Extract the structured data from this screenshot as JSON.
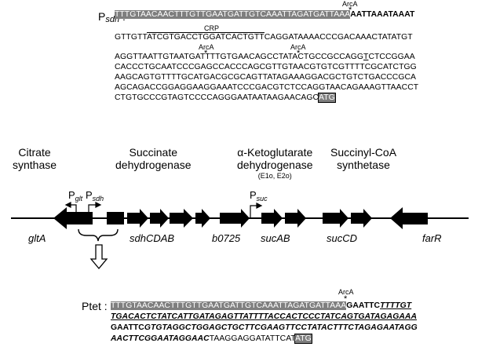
{
  "psdh": {
    "title_p": "P",
    "title_sub": "sdh",
    "title_colon": " :",
    "line1_hl": "TTTGTAACAACTTTGTTGAATGATTGTCAAATTAGATGATTAAA",
    "line1_rest": "AATTAAATAAAT",
    "line2_a": "GTTGTT",
    "line2_crp": "ATCGTGACCTGGATCACTGTT",
    "line2_b": "CAGGATAAAACCCGACAAACTATATGT",
    "line3_a": "AGGTTAATTGTAATG",
    "line3_b": "ATTTTGTGAACAGCCTATACTGCCGCCAGG",
    "line3_u": "T",
    "line3_c": "CTCCGGAA",
    "line4": "CACCCTGCAATCCCGAGCCACCCAGCGTTGTAACGTGTCGTTTTCGCATCTGG",
    "line5": "AAGCAGTGTTTTGCATGACGCGCAGTTATAGAAAGGACGCTGTCTGACCCGCA",
    "line6": "AGCAGACCGGAGGAAGGAAATCCCGACGTCTCCAGGTAACAGAAAGTTAACCT",
    "line7_a": "CTGTGCCCGTAGTCCCCAGGGAATAATAAGAACAGC",
    "line7_atg": "ATG",
    "arca_label": "ArcA",
    "crp_label": "CRP"
  },
  "ptet": {
    "title": "Ptet",
    "title_colon": " :",
    "line1_hl": "TTTGTAACAACTTTGTTGAATGATTGTCAAATTAGATGATTAAA",
    "line1_b": "GAATTC",
    "line1_bi": "TTTTGT",
    "line2": "TGACACTCTATCATTGATAGAGTTATTTTACCACTCCCTATCAGTGATAGAGAAA",
    "line3_b": "GAATTC",
    "line3_i": "GTGTAGGCTGGAGCTGCTTCGAAGTTCCTATACTTTCTAGAGAATAGG",
    "line4_i": "AACTTCGGAATAGGAAC",
    "line4_n": "TAAGGAGGATATTCAT",
    "line4_atg": "ATG",
    "arca_label": "ArcA"
  },
  "enzymes": {
    "citrate": [
      "Citrate",
      "synthase"
    ],
    "succinate": [
      "Succinate",
      "dehydrogenase"
    ],
    "akg_line1": "α-Ketoglutarate",
    "akg_line2": "dehydrogenase",
    "akg_sub": "(E1o, E2o)",
    "succoa": [
      "Succinyl-CoA",
      "synthetase"
    ]
  },
  "promoters": {
    "glt": {
      "p": "P",
      "sub": "glt"
    },
    "sdh": {
      "p": "P",
      "sub": "sdh"
    },
    "suc": {
      "p": "P",
      "sub": "suc"
    }
  },
  "genes": [
    "gltA",
    "sdhCDAB",
    "b0725",
    "sucAB",
    "sucCD",
    "farR"
  ],
  "colors": {
    "highlight": "#7f7f7f",
    "arrow": "#000000"
  }
}
